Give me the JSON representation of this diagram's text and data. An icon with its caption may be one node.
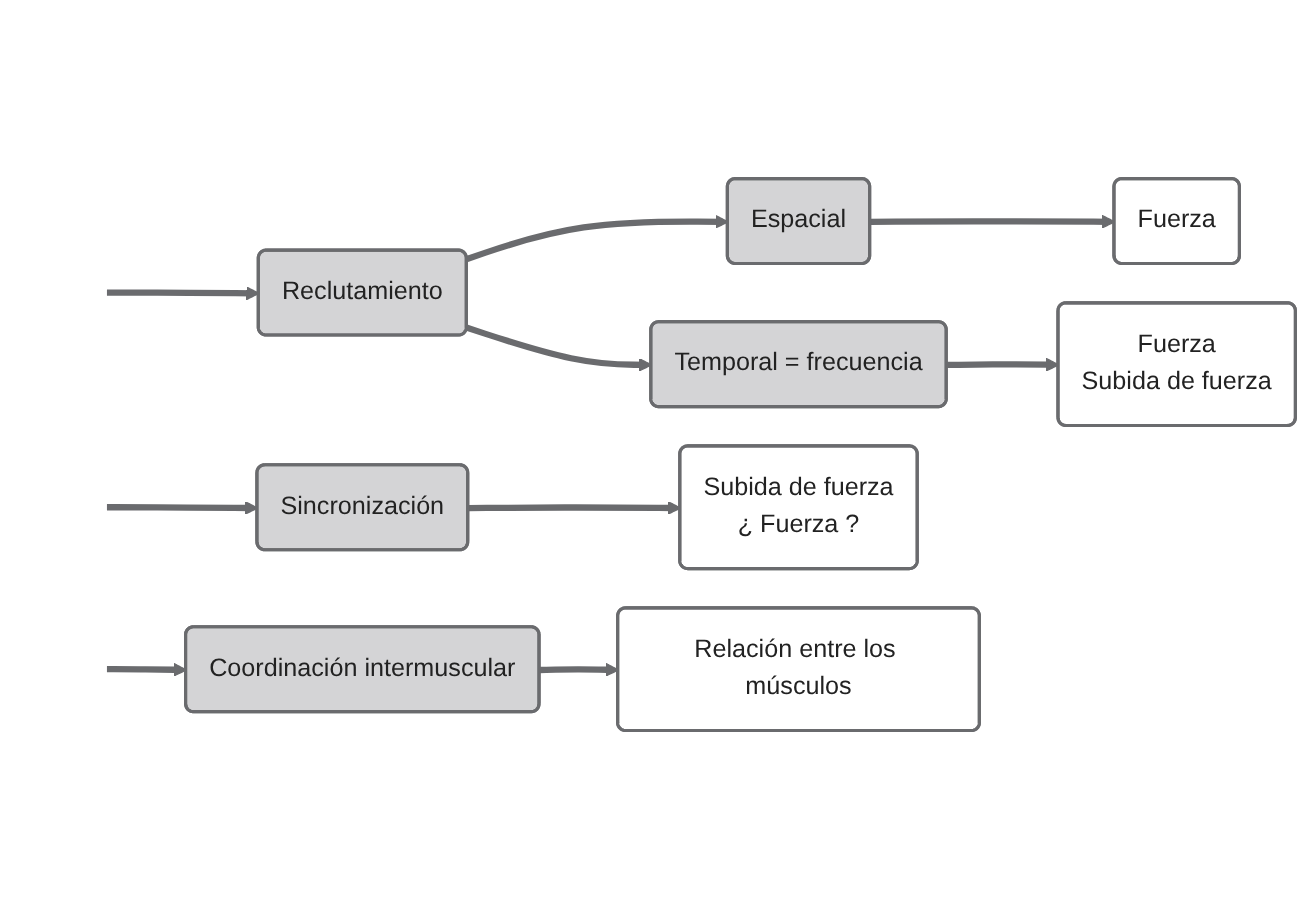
{
  "diagram": {
    "nodes": [
      {
        "text": [
          "Reclutamiento"
        ]
      },
      {
        "text": [
          "Espacial"
        ]
      },
      {
        "text": [
          "Temporal = frecuencia"
        ]
      },
      {
        "text": [
          "Fuerza"
        ]
      },
      {
        "text": [
          "Fuerza",
          "Subida de fuerza"
        ]
      },
      {
        "text": [
          "Sincronización"
        ]
      },
      {
        "text": [
          "Subida de fuerza",
          "¿ Fuerza ?"
        ]
      },
      {
        "text": [
          "Coordinación intermuscular"
        ]
      },
      {
        "text": [
          "Relación entre los músculos"
        ]
      }
    ],
    "edges": [
      {
        "from": null,
        "to": 0,
        "arrow": "to"
      },
      {
        "from": 0,
        "to": 1,
        "arrow": "to"
      },
      {
        "from": 0,
        "to": 2,
        "arrow": "to"
      },
      {
        "from": 1,
        "to": 3,
        "arrow": "to"
      },
      {
        "from": 2,
        "to": 4,
        "arrow": "to"
      },
      {
        "from": null,
        "to": 5,
        "arrow": "to"
      },
      {
        "from": 5,
        "to": 6,
        "arrow": "to"
      },
      {
        "from": null,
        "to": 7,
        "arrow": "to"
      },
      {
        "from": 7,
        "to": 8,
        "arrow": "to"
      }
    ]
  }
}
